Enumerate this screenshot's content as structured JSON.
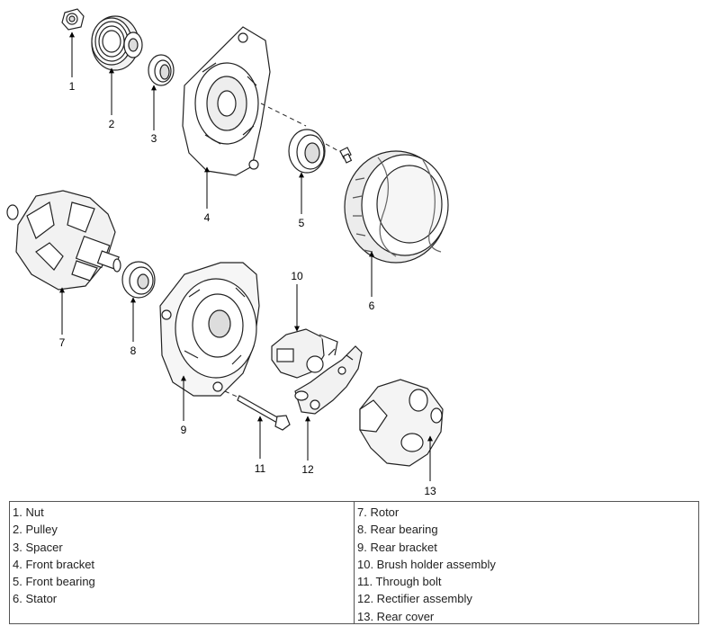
{
  "callouts": [
    "1",
    "2",
    "3",
    "4",
    "5",
    "6",
    "7",
    "8",
    "9",
    "10",
    "11",
    "12",
    "13"
  ],
  "legend": {
    "left": [
      "1. Nut",
      "2. Pulley",
      "3. Spacer",
      "4. Front bracket",
      "5. Front bearing",
      "6. Stator"
    ],
    "right": [
      "7. Rotor",
      "8. Rear bearing",
      "9. Rear bracket",
      "10. Brush holder assembly",
      "11. Through bolt",
      "12. Rectifier assembly",
      "13. Rear cover"
    ]
  }
}
